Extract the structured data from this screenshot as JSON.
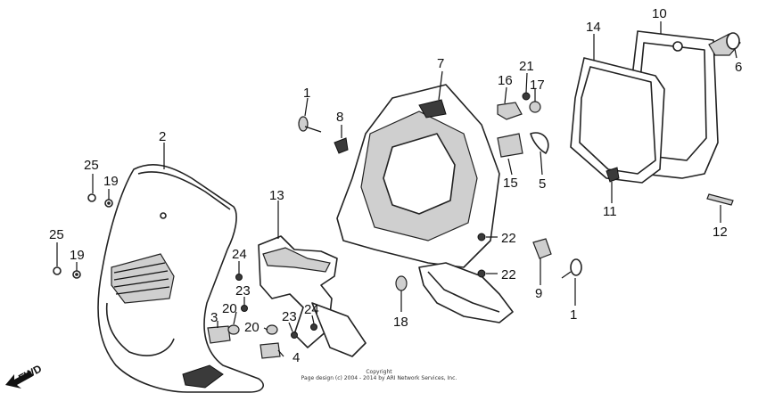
{
  "callouts": [
    {
      "id": "c1a",
      "label": "1"
    },
    {
      "id": "c1b",
      "label": "1"
    },
    {
      "id": "c2",
      "label": "2"
    },
    {
      "id": "c3",
      "label": "3"
    },
    {
      "id": "c4",
      "label": "4"
    },
    {
      "id": "c5",
      "label": "5"
    },
    {
      "id": "c6",
      "label": "6"
    },
    {
      "id": "c7",
      "label": "7"
    },
    {
      "id": "c8",
      "label": "8"
    },
    {
      "id": "c9",
      "label": "9"
    },
    {
      "id": "c10",
      "label": "10"
    },
    {
      "id": "c11",
      "label": "11"
    },
    {
      "id": "c12",
      "label": "12"
    },
    {
      "id": "c13",
      "label": "13"
    },
    {
      "id": "c14",
      "label": "14"
    },
    {
      "id": "c15",
      "label": "15"
    },
    {
      "id": "c16",
      "label": "16"
    },
    {
      "id": "c17",
      "label": "17"
    },
    {
      "id": "c18",
      "label": "18"
    },
    {
      "id": "c19a",
      "label": "19"
    },
    {
      "id": "c19b",
      "label": "19"
    },
    {
      "id": "c20a",
      "label": "20"
    },
    {
      "id": "c20b",
      "label": "20"
    },
    {
      "id": "c21",
      "label": "21"
    },
    {
      "id": "c22a",
      "label": "22"
    },
    {
      "id": "c22b",
      "label": "22"
    },
    {
      "id": "c23a",
      "label": "23"
    },
    {
      "id": "c23b",
      "label": "23"
    },
    {
      "id": "c24a",
      "label": "24"
    },
    {
      "id": "c24b",
      "label": "24"
    },
    {
      "id": "c25a",
      "label": "25"
    },
    {
      "id": "c25b",
      "label": "25"
    }
  ],
  "direction_label": "FWD",
  "copyright": {
    "line1": "Copyright",
    "line2": "Page design (c) 2004 - 2014 by ARI Network Services, Inc."
  }
}
